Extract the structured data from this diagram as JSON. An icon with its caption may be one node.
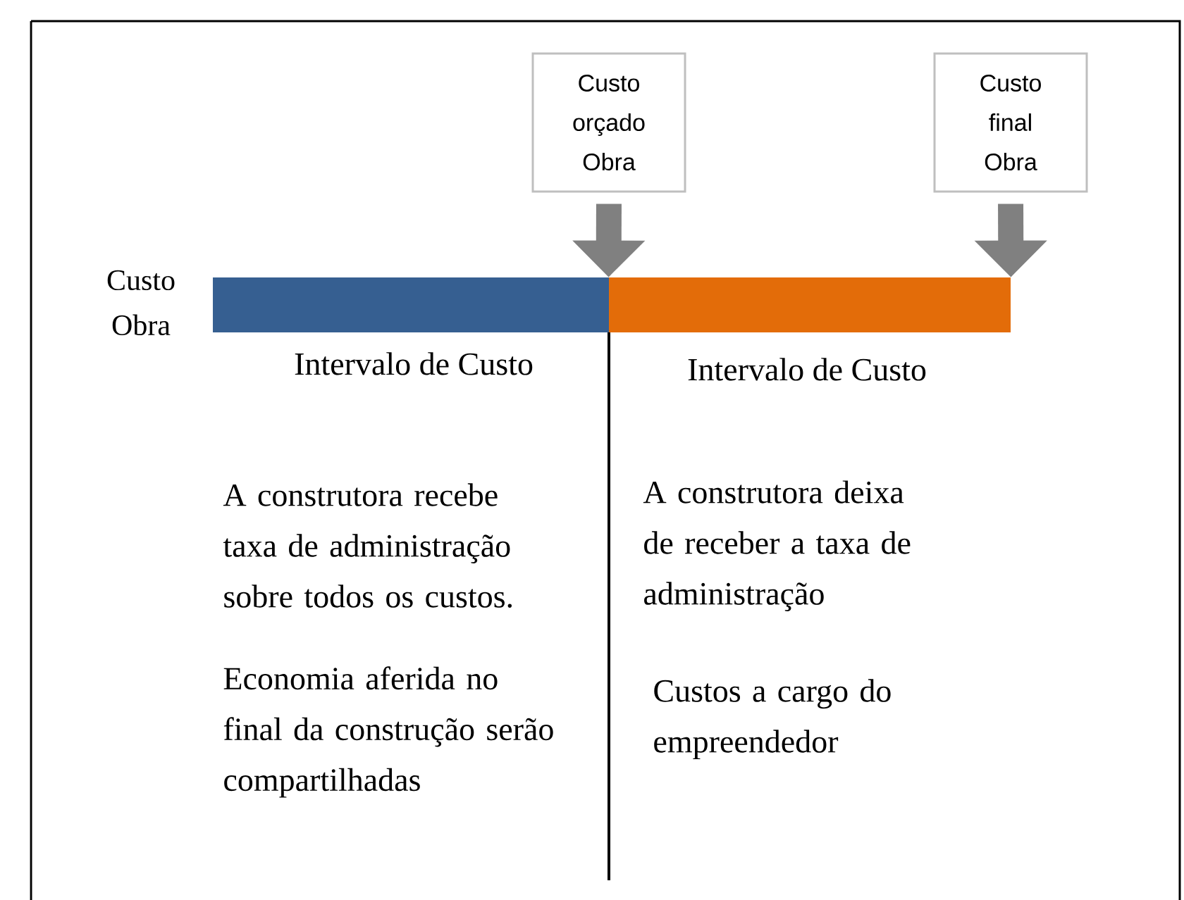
{
  "diagram": {
    "nodes": [
      {
        "text": [
          "Custo orçado Obra"
        ]
      },
      {
        "text": [
          "Custo final Obra"
        ]
      },
      {
        "text": [],
        "shape": "bar",
        "beside": [
          "Intervalo de Custo"
        ]
      },
      {
        "text": [],
        "shape": "bar",
        "beside": [
          "Intervalo de Custo"
        ]
      }
    ],
    "edges": [
      {
        "from": 0,
        "to": 3,
        "arrow": "to",
        "color": "#808080"
      },
      {
        "from": 1,
        "to": 3,
        "arrow": "to",
        "color": "#808080"
      }
    ],
    "labels": [
      "Custo Obra",
      "A construtora recebe taxa de administração sobre todos os custos.",
      "Economia aferida no final da construção serão compartilhadas",
      "A construtora deixa de receber a taxa de administração",
      "Custos a cargo do empreendedor"
    ]
  }
}
